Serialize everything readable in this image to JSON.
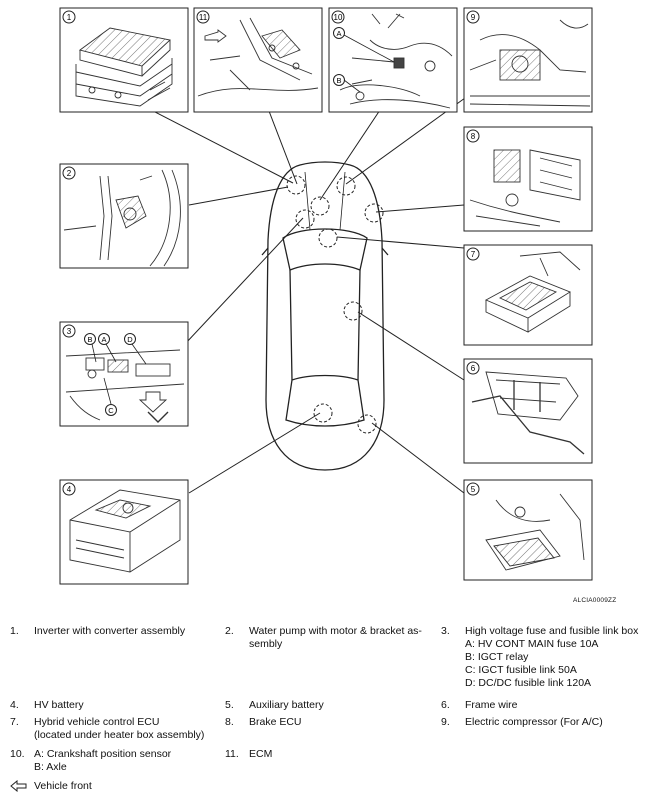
{
  "figure_code": "ALCIA0009ZZ",
  "callouts": [
    "1",
    "2",
    "3",
    "4",
    "5",
    "6",
    "7",
    "8",
    "9",
    "10",
    "11"
  ],
  "fuse_box_letters": [
    "A",
    "B",
    "C",
    "D"
  ],
  "sensor_letters": [
    "A",
    "B"
  ],
  "legend": [
    {
      "num": "1.",
      "text": "Inverter with converter assembly"
    },
    {
      "num": "2.",
      "text": "Water pump with motor & bracket as-\nsembly"
    },
    {
      "num": "3.",
      "text": "High voltage fuse and fusible link box\nA: HV CONT MAIN fuse 10A\nB: IGCT relay\nC: IGCT fusible link 50A\nD: DC/DC fusible link 120A"
    },
    {
      "num": "4.",
      "text": "HV battery"
    },
    {
      "num": "5.",
      "text": "Auxiliary battery"
    },
    {
      "num": "6.",
      "text": "Frame wire"
    },
    {
      "num": "7.",
      "text": "Hybrid vehicle control ECU\n(located under heater box assembly)"
    },
    {
      "num": "8.",
      "text": "Brake ECU"
    },
    {
      "num": "9.",
      "text": "Electric compressor (For A/C)"
    },
    {
      "num": "10.",
      "text": "A: Crankshaft position sensor\nB: Axle"
    },
    {
      "num": "11.",
      "text": "ECM"
    },
    {
      "num": "",
      "text": "Vehicle front"
    }
  ]
}
